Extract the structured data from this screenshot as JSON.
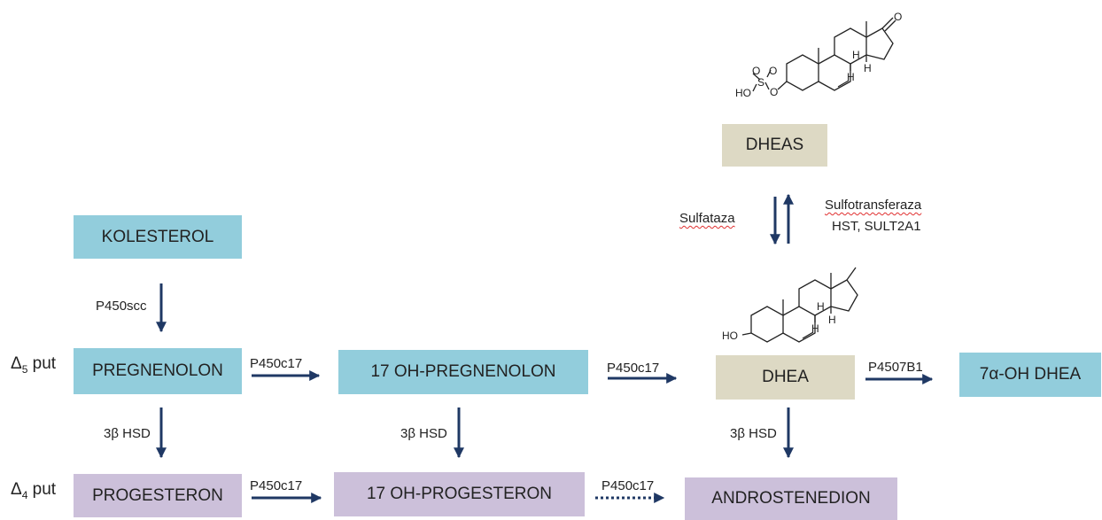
{
  "nodes": {
    "kolesterol": "KOLESTEROL",
    "pregnenolon": "PREGNENOLON",
    "oh_pregnenolon": "17 OH-PREGNENOLON",
    "dhea": "DHEA",
    "oh_dhea": "7α-OH DHEA",
    "dheas": "DHEAS",
    "progesteron": "PROGESTERON",
    "oh_progesteron": "17 OH-PROGESTERON",
    "androstenedion": "ANDROSTENEDION"
  },
  "pathways": {
    "delta5_symbol": "Δ",
    "delta5_sub": "5",
    "delta5_word": "put",
    "delta4_symbol": "Δ",
    "delta4_sub": "4",
    "delta4_word": "put"
  },
  "enzymes": {
    "p450scc": "P450scc",
    "p450c17_a": "P450c17",
    "p450c17_b": "P450c17",
    "p450c17_c": "P450c17",
    "p450c17_d": "P450c17",
    "p4507b1": "P4507B1",
    "hsd_a": "3β HSD",
    "hsd_b": "3β HSD",
    "hsd_c": "3β HSD",
    "sulfataza": "Sulfataza",
    "sulfotransferaza": "Sulfotransferaza",
    "hst_sult": "HST, SULT2A1"
  },
  "molecule_labels": {
    "dheas_o_top": "O",
    "dheas_o1": "O",
    "dheas_o2": "O",
    "dheas_s": "S",
    "dheas_ho": "HO",
    "dheas_o_link": "O",
    "dheas_h1": "H",
    "dheas_h2": "H",
    "dheas_h3": "H",
    "dhea_ho": "HO",
    "dhea_h1": "H",
    "dhea_h2": "H",
    "dhea_h3": "H"
  },
  "colors": {
    "blue_box": "#92cddc",
    "beige_box": "#ddd9c4",
    "purple_box": "#ccc0da",
    "arrow": "#1f3864"
  }
}
